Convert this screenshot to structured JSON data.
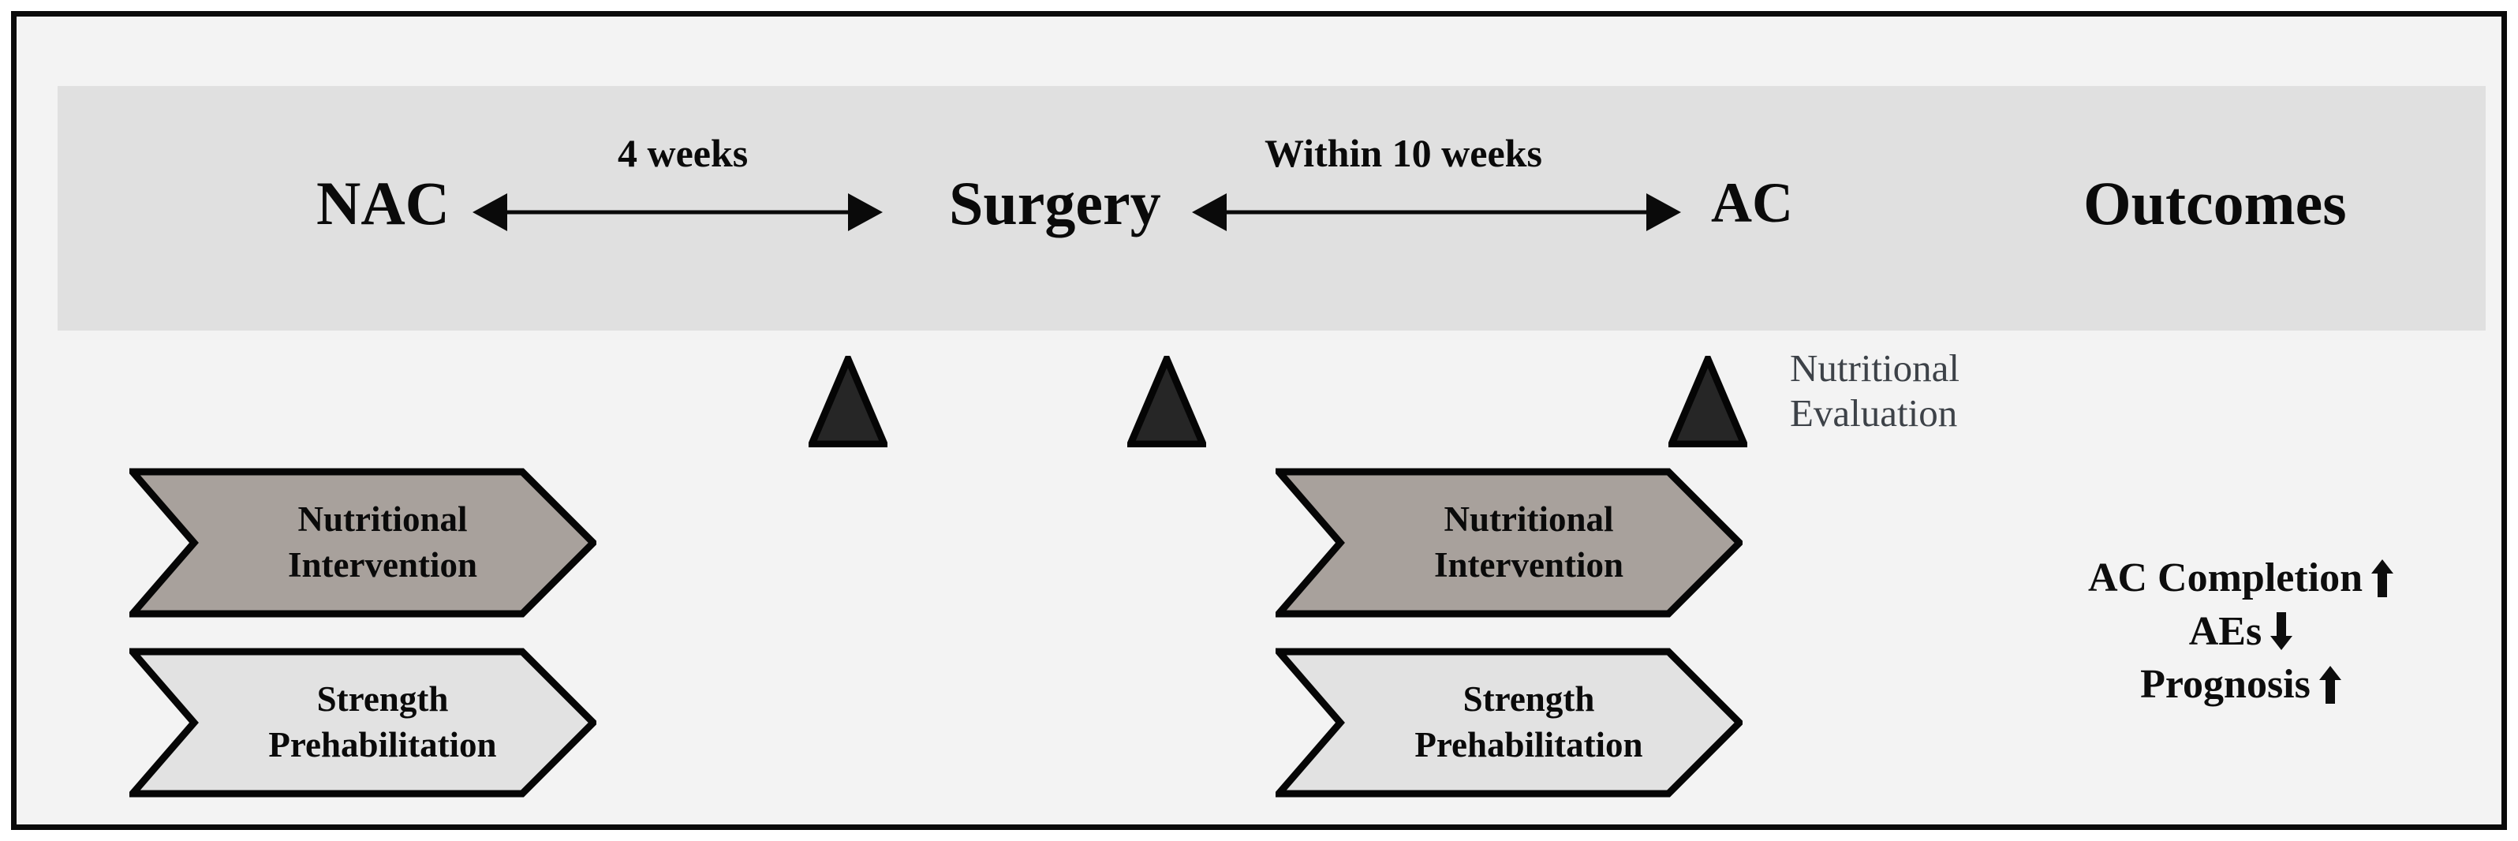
{
  "figure": {
    "background": "#f3f3f3",
    "frame_border_color": "#0b0b0b",
    "header_band_color": "#e0e0e0"
  },
  "timeline": {
    "nodes": [
      {
        "id": "nac",
        "label": "NAC"
      },
      {
        "id": "surgery",
        "label": "Surgery"
      },
      {
        "id": "ac",
        "label": "AC"
      },
      {
        "id": "outcomes",
        "label": "Outcomes"
      }
    ],
    "intervals": [
      {
        "id": "nac-to-surgery",
        "label": "4 weeks",
        "from": "NAC",
        "to": "Surgery"
      },
      {
        "id": "surgery-to-ac",
        "label": "Within 10 weeks",
        "from": "Surgery",
        "to": "AC"
      }
    ]
  },
  "evaluations": {
    "marker_icon": "triangle-marker-icon",
    "marker_fill": "#262626",
    "marker_stroke": "#050505",
    "count": 3,
    "caption_line_1": "Nutritional",
    "caption_line_2": "Evaluation",
    "caption_color": "#3d4248"
  },
  "interventions": {
    "pre_surgery": [
      {
        "id": "nutritional-intervention-pre",
        "line_1": "Nutritional",
        "line_2": "Intervention",
        "fill": "#a8a19c"
      },
      {
        "id": "strength-prehabilitation-pre",
        "line_1": "Strength",
        "line_2": "Prehabilitation",
        "fill": "#e2e2e2"
      }
    ],
    "post_surgery": [
      {
        "id": "nutritional-intervention-post",
        "line_1": "Nutritional",
        "line_2": "Intervention",
        "fill": "#a8a19c"
      },
      {
        "id": "strength-prehabilitation-post",
        "line_1": "Strength",
        "line_2": "Prehabilitation",
        "fill": "#e2e2e2"
      }
    ]
  },
  "outcomes": {
    "items": [
      {
        "id": "ac-completion",
        "label": "AC Completion",
        "direction": "up",
        "icon": "arrow-up-icon"
      },
      {
        "id": "aes",
        "label": "AEs",
        "direction": "down",
        "icon": "arrow-down-icon"
      },
      {
        "id": "prognosis",
        "label": "Prognosis",
        "direction": "up",
        "icon": "arrow-up-icon"
      }
    ]
  }
}
